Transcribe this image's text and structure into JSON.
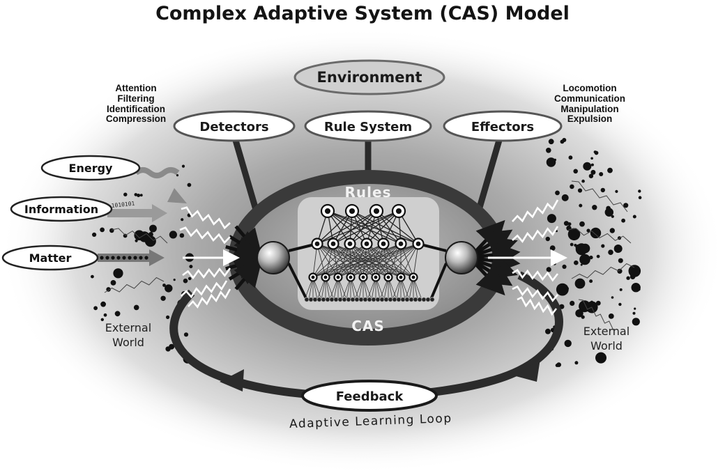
{
  "title": "Complex Adaptive System (CAS) Model",
  "environment": "Environment",
  "components": {
    "detectors": "Detectors",
    "rule_system": "Rule System",
    "effectors": "Effectors"
  },
  "core": {
    "rules": "Rules",
    "cas": "CAS"
  },
  "inputs": {
    "energy": "Energy",
    "information": "Information",
    "matter": "Matter",
    "binary_stream": "1010101"
  },
  "detector_processes": [
    "Attention",
    "Filtering",
    "Identification",
    "Compression"
  ],
  "effector_processes": [
    "Locomotion",
    "Communication",
    "Manipulation",
    "Expulsion"
  ],
  "external_world_left": [
    "External",
    "World"
  ],
  "external_world_right": [
    "External",
    "World"
  ],
  "feedback": {
    "label": "Feedback",
    "caption": "Adaptive Learning Loop"
  },
  "colors": {
    "ring": "#3a3a3a",
    "inner_ellipse": "#9a9a9a",
    "rules_box": "#cfcfcf",
    "pill_fill": "#ffffff",
    "pill_stroke": "#555555"
  }
}
